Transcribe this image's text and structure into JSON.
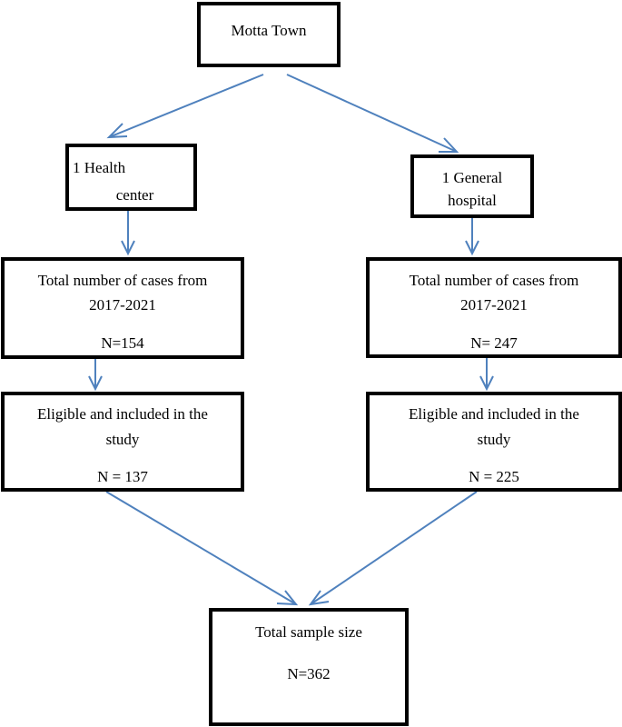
{
  "colors": {
    "box_border": "#000000",
    "arrow": "#4F81BD",
    "background": "#ffffff"
  },
  "nodes": {
    "motta_town": {
      "label": "Motta Town"
    },
    "health_center": {
      "line1": "1 Health",
      "line2": "center"
    },
    "general_hospital": {
      "line1": "1 General",
      "line2": "hospital"
    },
    "hc_total_cases": {
      "line1": "Total number of cases from",
      "line2": "2017-2021",
      "count": "N=154"
    },
    "gh_total_cases": {
      "line1": "Total number of cases from",
      "line2": "2017-2021",
      "count": "N= 247"
    },
    "hc_eligible": {
      "line1": "Eligible and included in the",
      "line2": "study",
      "count": "N = 137"
    },
    "gh_eligible": {
      "line1": "Eligible and included in the",
      "line2": "study",
      "count": "N = 225"
    },
    "total_sample": {
      "line1": "Total sample size",
      "count": "N=362"
    }
  },
  "edges": [
    {
      "from": "motta_town",
      "to": "health_center"
    },
    {
      "from": "motta_town",
      "to": "general_hospital"
    },
    {
      "from": "health_center",
      "to": "hc_total_cases"
    },
    {
      "from": "general_hospital",
      "to": "gh_total_cases"
    },
    {
      "from": "hc_total_cases",
      "to": "hc_eligible"
    },
    {
      "from": "gh_total_cases",
      "to": "gh_eligible"
    },
    {
      "from": "hc_eligible",
      "to": "total_sample"
    },
    {
      "from": "gh_eligible",
      "to": "total_sample"
    }
  ]
}
